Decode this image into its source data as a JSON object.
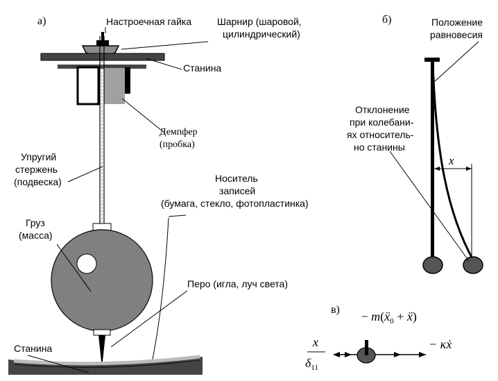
{
  "panels": {
    "a": "а)",
    "b": "б)",
    "v": "в)"
  },
  "labels": {
    "adjust_nut": "Настроечная гайка",
    "hinge_line1": "Шарнир (шаровой,",
    "hinge_line2": "цилиндрический)",
    "frame_top": "Станина",
    "damper_line1": "Демпфер",
    "damper_line2": "(пробка)",
    "rod_line1": "Упругий",
    "rod_line2": "стержень",
    "rod_line3": "(подвеска)",
    "carrier_line1": "Носитель",
    "carrier_line2": "записей",
    "carrier_line3": "(бумага, стекло, фотопластинка)",
    "mass_line1": "Груз",
    "mass_line2": "(масса)",
    "pen": "Перо (игла, луч света)",
    "frame_bottom": "Станина",
    "equilibrium_line1": "Положение",
    "equilibrium_line2": "равновесия",
    "deflection_line1": "Отклонение",
    "deflection_line2": "при колебани-",
    "deflection_line3": "ях относитель-",
    "deflection_line4": "но станины",
    "x_label": "x"
  },
  "formulas": {
    "inertia_minus": "−",
    "inertia_m": "m",
    "inertia_open": "(",
    "inertia_x0": "ẍ",
    "inertia_sub0": "0",
    "inertia_plus": " + ",
    "inertia_x": "ẍ",
    "inertia_close": ")",
    "elastic_x": "x",
    "elastic_delta": "δ",
    "elastic_sub": "11",
    "damping": "− κẋ"
  },
  "colors": {
    "ink": "#000000",
    "gray": "#808080",
    "light_gray": "#a6a6a6",
    "dark": "#444444"
  }
}
